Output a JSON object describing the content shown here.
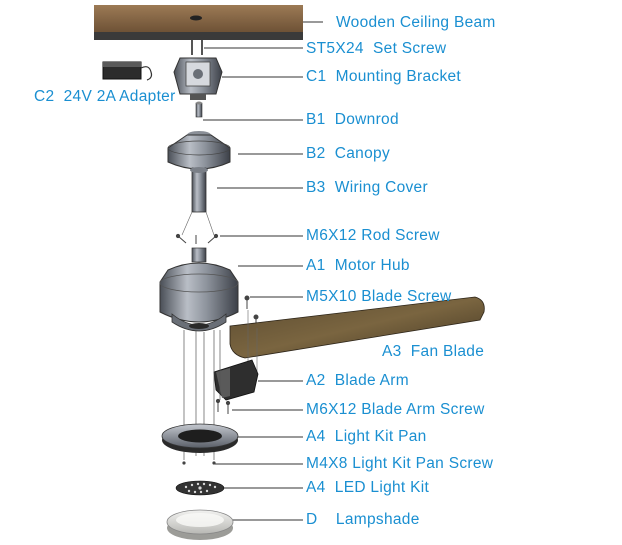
{
  "diagram": {
    "label_color": "#1a8fd1",
    "parts": [
      {
        "id": "beam",
        "icon": "wooden-beam-icon",
        "label": "Wooden Ceiling Beam"
      },
      {
        "id": "set_screw",
        "icon": "set-screw-icon",
        "label": "ST5X24  Set Screw"
      },
      {
        "id": "bracket",
        "icon": "mounting-bracket-icon",
        "label": "C1  Mounting Bracket"
      },
      {
        "id": "adapter",
        "icon": "adapter-icon",
        "label": "C2  24V 2A Adapter"
      },
      {
        "id": "downrod",
        "icon": "downrod-icon",
        "label": "B1  Downrod"
      },
      {
        "id": "canopy",
        "icon": "canopy-icon",
        "label": "B2  Canopy"
      },
      {
        "id": "wiring_cover",
        "icon": "wiring-cover-icon",
        "label": "B3  Wiring Cover"
      },
      {
        "id": "rod_screw",
        "icon": "rod-screw-icon",
        "label": "M6X12 Rod Screw"
      },
      {
        "id": "motor_hub",
        "icon": "motor-hub-icon",
        "label": "A1  Motor Hub"
      },
      {
        "id": "blade_screw",
        "icon": "blade-screw-icon",
        "label": "M5X10 Blade Screw"
      },
      {
        "id": "fan_blade",
        "icon": "fan-blade-icon",
        "label": "A3  Fan Blade"
      },
      {
        "id": "blade_arm",
        "icon": "blade-arm-icon",
        "label": "A2  Blade Arm"
      },
      {
        "id": "blade_arm_screw",
        "icon": "blade-arm-screw-icon",
        "label": "M6X12 Blade Arm Screw"
      },
      {
        "id": "light_kit_pan",
        "icon": "light-kit-pan-icon",
        "label": "A4  Light Kit Pan"
      },
      {
        "id": "pan_screw",
        "icon": "pan-screw-icon",
        "label": "M4X8 Light Kit Pan Screw"
      },
      {
        "id": "led_kit",
        "icon": "led-light-kit-icon",
        "label": "A4  LED Light Kit"
      },
      {
        "id": "lampshade",
        "icon": "lampshade-icon",
        "label": "D    Lampshade"
      }
    ]
  }
}
